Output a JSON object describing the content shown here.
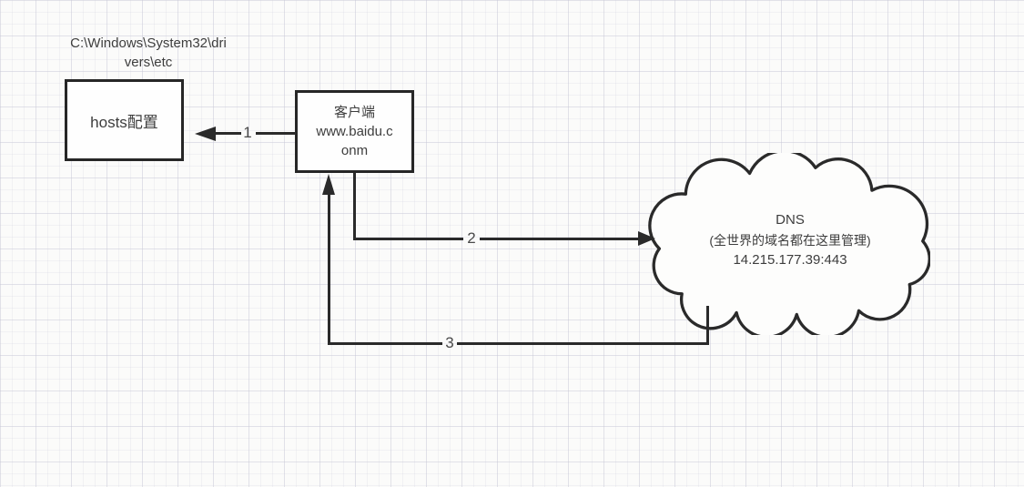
{
  "canvas": {
    "background_color": "#fbfbfa",
    "ink_color": "#2a2a2a",
    "text_color": "#3d3d3d"
  },
  "path_label": {
    "line1": "C:\\Windows\\System32\\dri",
    "line2": "vers\\etc"
  },
  "hosts_box": {
    "label": "hosts配置"
  },
  "client_box": {
    "line1": "客户端",
    "line2": "www.baidu.c",
    "line3": "onm"
  },
  "dns_cloud": {
    "line1": "DNS",
    "line2": "(全世界的域名都在这里管理)",
    "line3": "14.215.177.39:443"
  },
  "arrows": {
    "a1": {
      "label": "1"
    },
    "a2": {
      "label": "2"
    },
    "a3": {
      "label": "3"
    }
  }
}
